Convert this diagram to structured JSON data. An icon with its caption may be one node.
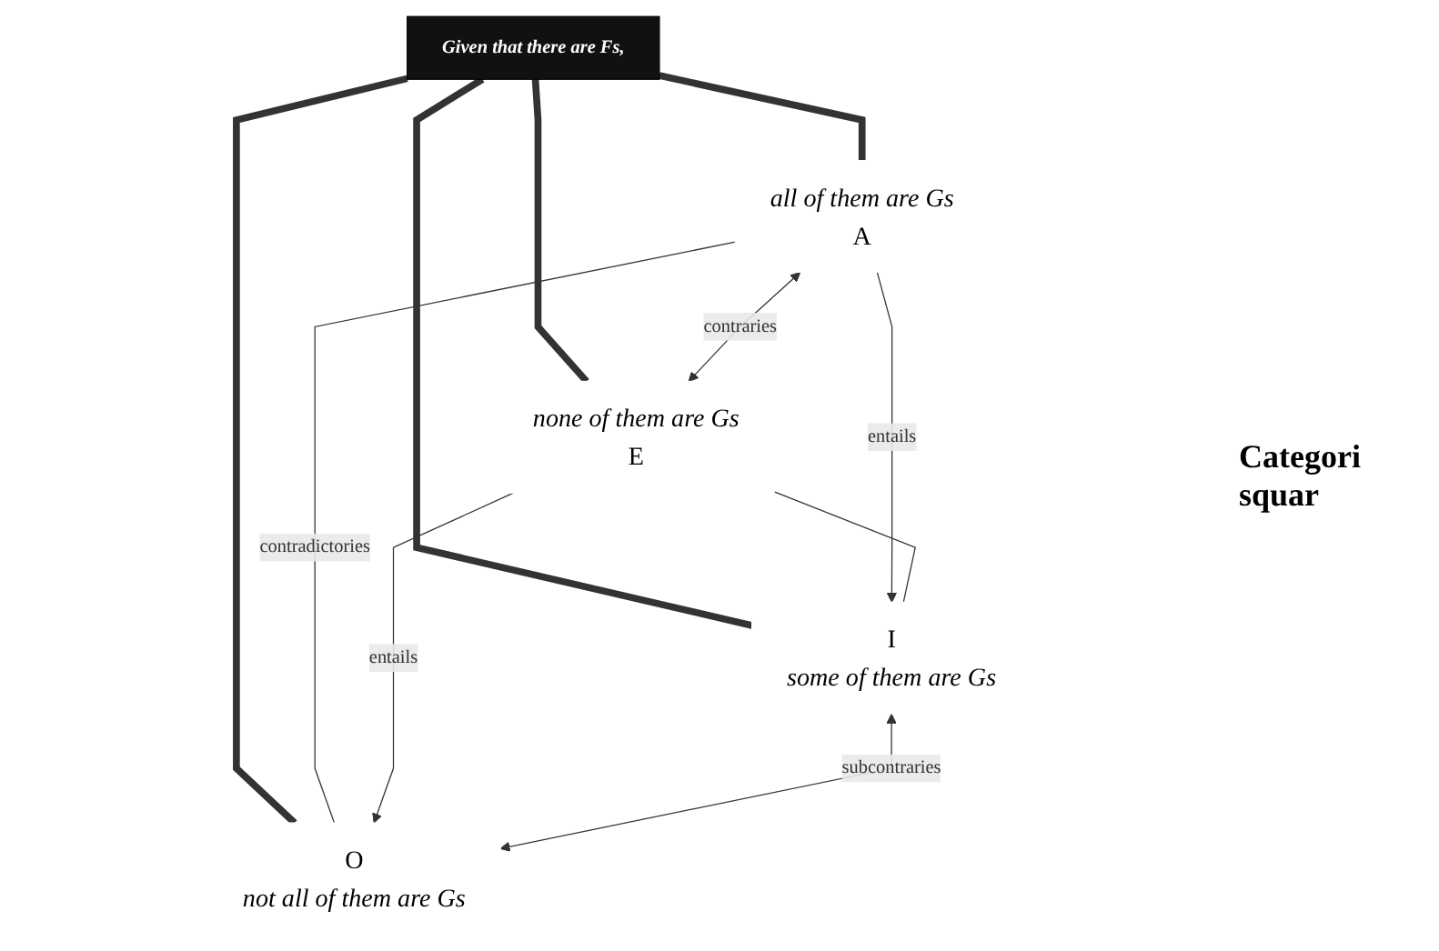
{
  "diagram": {
    "nodes": [
      {
        "text": [
          "Given that there are Fs,"
        ]
      },
      {
        "text": [
          "all of them are Gs",
          "A"
        ]
      },
      {
        "text": [
          "none of them are Gs",
          "E"
        ]
      },
      {
        "text": [
          "I",
          "some of them are Gs"
        ]
      },
      {
        "text": [
          "O",
          "not all of them are Gs"
        ]
      }
    ],
    "edges": [
      {
        "from": 0,
        "to": 1,
        "arrow": "none",
        "style": "thick"
      },
      {
        "from": 0,
        "to": 3,
        "arrow": "none",
        "style": "thick"
      },
      {
        "from": 0,
        "to": 4,
        "arrow": "none",
        "style": "thick"
      },
      {
        "from": 0,
        "to": 2,
        "arrow": "none",
        "style": "thick"
      },
      {
        "from": 1,
        "to": 2,
        "arrow": "both",
        "label": "contraries"
      },
      {
        "from": 1,
        "to": 3,
        "arrow": "to",
        "label": "entails"
      },
      {
        "from": 1,
        "to": 4,
        "arrow": "none",
        "label": "contradictories"
      },
      {
        "from": 2,
        "to": 3,
        "arrow": "none"
      },
      {
        "from": 2,
        "to": 4,
        "arrow": "to",
        "label": "entails"
      },
      {
        "from": 3,
        "to": 4,
        "arrow": "both",
        "label": "subcontraries"
      }
    ],
    "labels": [
      "Categori",
      "squar"
    ]
  }
}
